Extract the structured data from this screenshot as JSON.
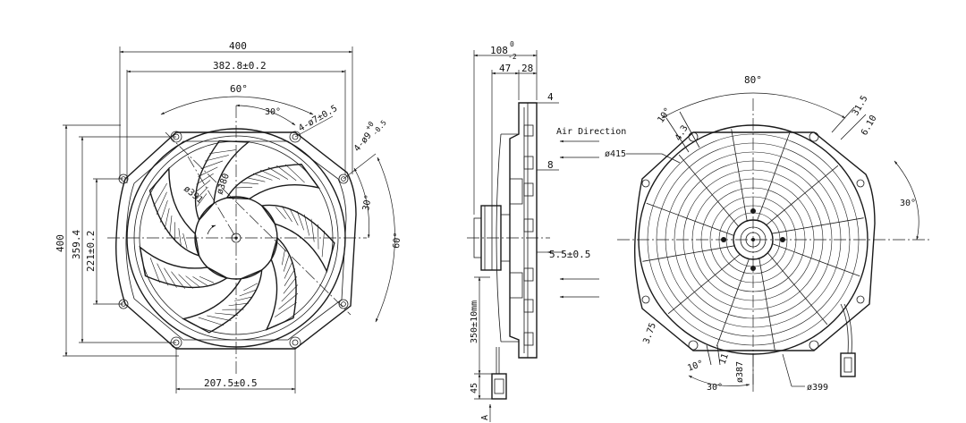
{
  "front_view": {
    "dim_overall_width": "400",
    "dim_hole_span": "382.8±0.2",
    "dim_angle_top": "60°",
    "dim_angle_small": "30°",
    "dim_hole_small": "4-ø7±0.5",
    "dim_hole_large_main": "4-ø9",
    "dim_hole_large_tol_upper": "+0",
    "dim_hole_large_tol_lower": "-0.5",
    "dim_blade_dia": "ø391",
    "dim_ring_dia": "ø380",
    "dim_angle_right_small": "30°",
    "dim_angle_right_large": "60°",
    "dim_overall_height": "400",
    "dim_height_inner": "359.4",
    "dim_height_holes": "221±0.2",
    "dim_bottom_span": "207.5±0.5"
  },
  "side_view": {
    "dim_depth_main": "108",
    "dim_depth_tol_upper": "0",
    "dim_depth_tol_lower": "-2",
    "dim_depth_47": "47",
    "dim_depth_28": "28",
    "dim_4": "4",
    "dim_8": "8",
    "air_label": "Air Direction",
    "dim_boss": "5.5±0.5",
    "dim_cable": "350±10mm",
    "dim_plug": "45",
    "marker_a": "A"
  },
  "rear_view": {
    "dim_415": "ø415",
    "dim_angle_top": "80°",
    "dim_10_top": "10°",
    "dim_43": "4.3",
    "dim_315": "31.5",
    "dim_610": "6.10",
    "dim_angle_right": "30°",
    "dim_375": "3.75",
    "dim_10_bottom": "10°",
    "dim_11": "11",
    "dim_30_bottom": "30°",
    "dim_387": "ø387",
    "dim_399": "ø399"
  }
}
